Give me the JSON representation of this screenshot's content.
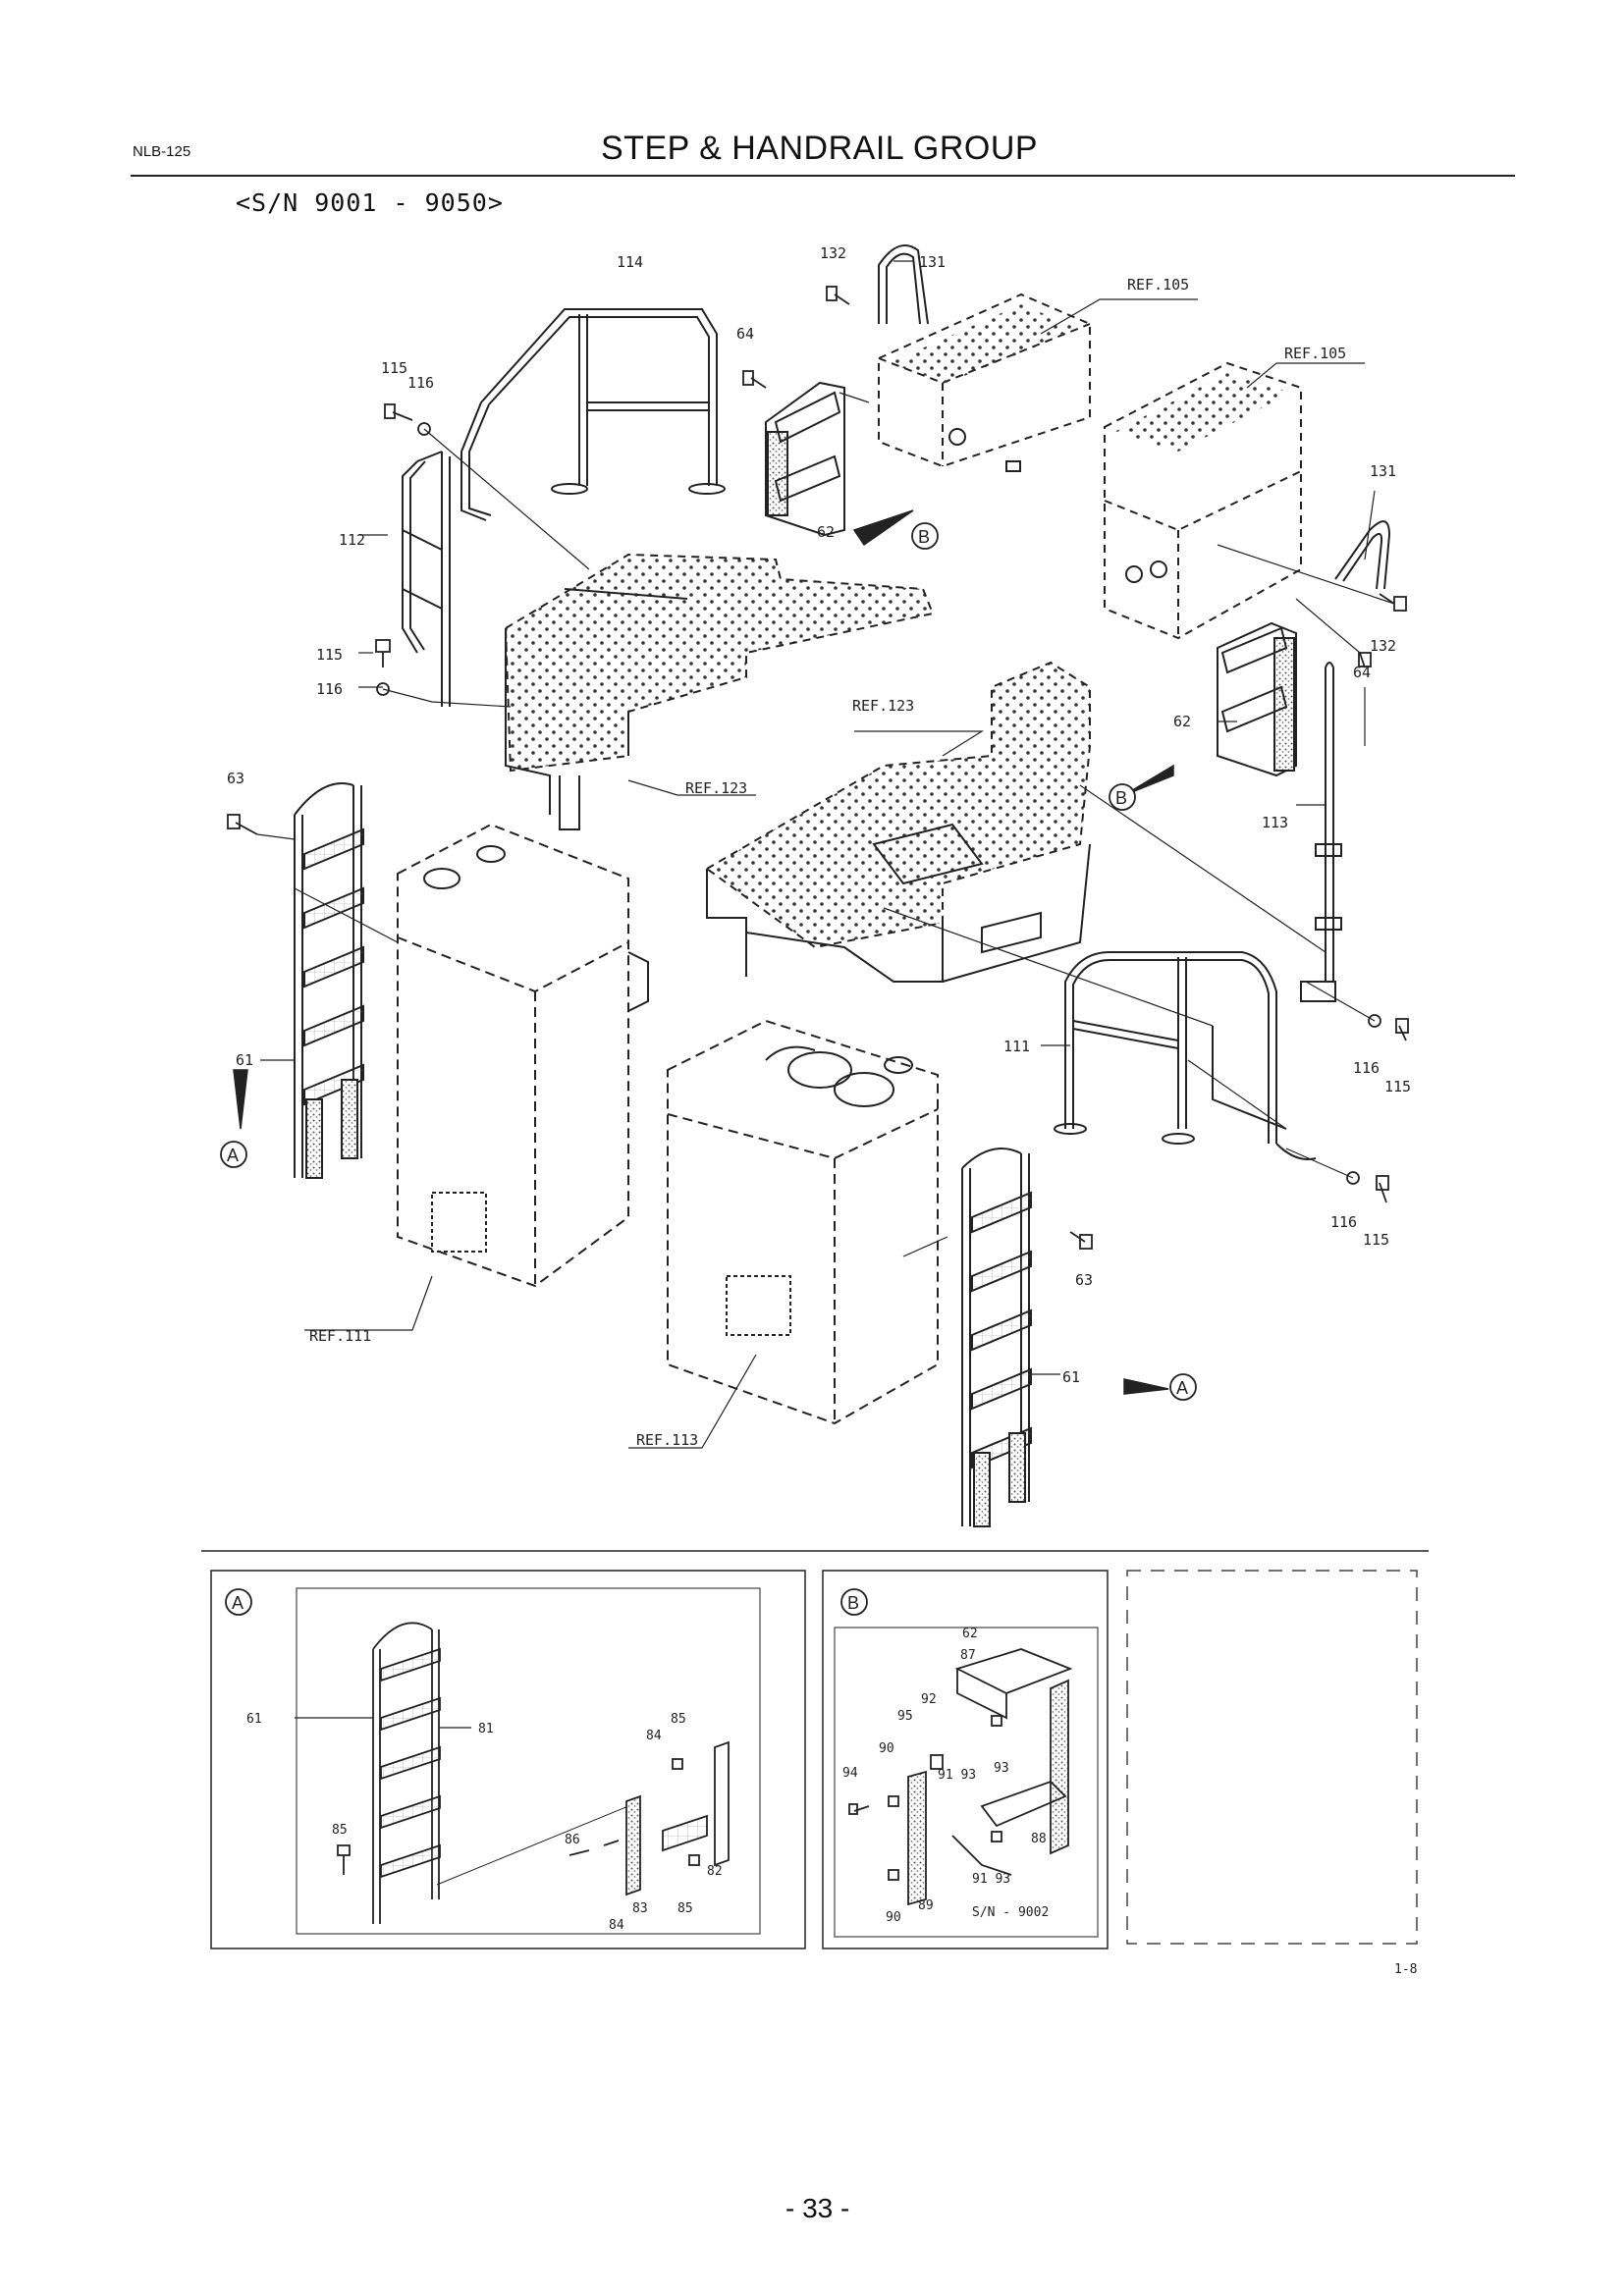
{
  "header": {
    "code": "NLB-125",
    "title": "STEP & HANDRAIL GROUP",
    "serial_range": "<S/N 9001 - 9050>"
  },
  "page_number": "- 33 -",
  "figure_code": "1-8",
  "part_labels": {
    "p114": "114",
    "p132a": "132",
    "p131a": "131",
    "ref105a": "REF.105",
    "ref105b": "REF.105",
    "p64a": "64",
    "p115a": "115",
    "p116a": "116",
    "p112": "112",
    "p62a": "62",
    "p131b": "131",
    "p132b": "132",
    "p64b": "64",
    "p62b": "62",
    "p115b": "115",
    "p116b": "116",
    "ref123a": "REF.123",
    "ref123b": "REF.123",
    "p63a": "63",
    "p113": "113",
    "p61a": "61",
    "p111": "111",
    "p116c": "116",
    "p115c": "115",
    "p116d": "116",
    "p115d": "115",
    "p63b": "63",
    "p61b": "61",
    "ref111": "REF.111",
    "ref113": "REF.113"
  },
  "detail_a": {
    "callout": "A",
    "labels": {
      "p61": "61",
      "p81": "81",
      "p85a": "85",
      "p84a": "84",
      "p85b": "85",
      "p86": "86",
      "p82": "82",
      "p83": "83",
      "p84b": "84",
      "p85c": "85"
    }
  },
  "detail_b": {
    "callout": "B",
    "labels": {
      "p62": "62",
      "p87": "87",
      "p92": "92",
      "p95": "95",
      "p90a": "90",
      "p94": "94",
      "p9193a": "91 93",
      "p93": "93",
      "p88": "88",
      "p9193b": "91 93",
      "p90b": "90",
      "p89": "89",
      "serial": "S/N - 9002"
    }
  },
  "callouts": {
    "a": "A",
    "b": "B"
  },
  "colors": {
    "line": "#222222",
    "dash": "#444444",
    "hatch": "#666666"
  }
}
